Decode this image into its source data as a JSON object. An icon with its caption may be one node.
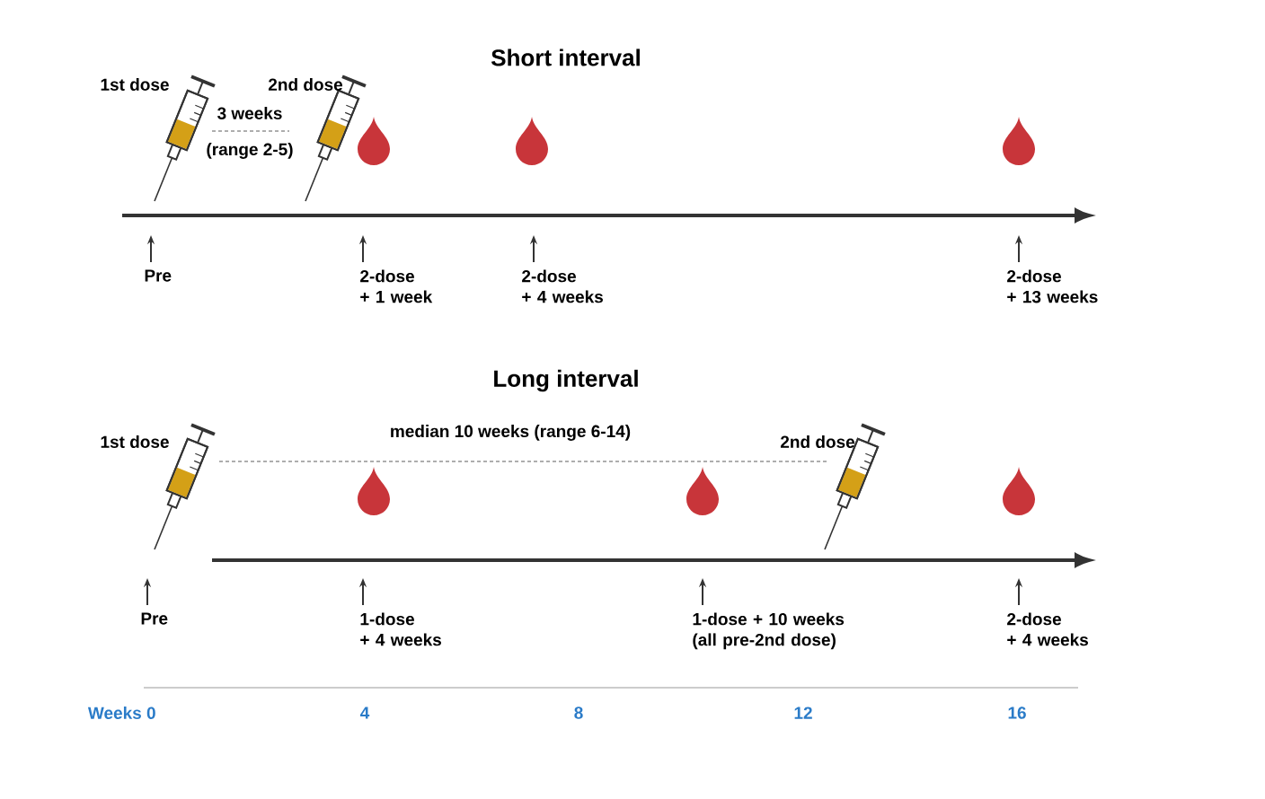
{
  "diagram": {
    "nodes": [
      {
        "text": [
          "Pre"
        ]
      },
      {
        "text": [
          "2-dose + 1 week"
        ]
      },
      {
        "text": [
          "2-dose + 4 weeks"
        ]
      },
      {
        "text": [
          "2-dose + 13 weeks"
        ]
      },
      {
        "text": [
          "Pre"
        ]
      },
      {
        "text": [
          "1-dose + 4 weeks"
        ]
      },
      {
        "text": [
          "1-dose + 10 weeks (all pre-2nd dose)"
        ]
      },
      {
        "text": [
          "2-dose + 4 weeks"
        ]
      }
    ],
    "edges": [
      {
        "from": 0,
        "to": null,
        "arrow": "to"
      },
      {
        "from": 1,
        "to": null,
        "arrow": "to"
      },
      {
        "from": 2,
        "to": null,
        "arrow": "to"
      },
      {
        "from": 3,
        "to": null,
        "arrow": "to"
      },
      {
        "from": 4,
        "to": null,
        "arrow": "to"
      },
      {
        "from": 5,
        "to": null,
        "arrow": "to"
      },
      {
        "from": 6,
        "to": null,
        "arrow": "to"
      },
      {
        "from": 7,
        "to": null,
        "arrow": "to"
      }
    ],
    "labels": [
      "Short interval",
      "1st dose",
      "2nd dose",
      "3 weeks",
      "(range 2-5)",
      "Long interval",
      "median 10 weeks (range 6-14)",
      "1st dose",
      "2nd dose",
      "Weeks 0",
      "4",
      "8",
      "12",
      "16"
    ]
  }
}
